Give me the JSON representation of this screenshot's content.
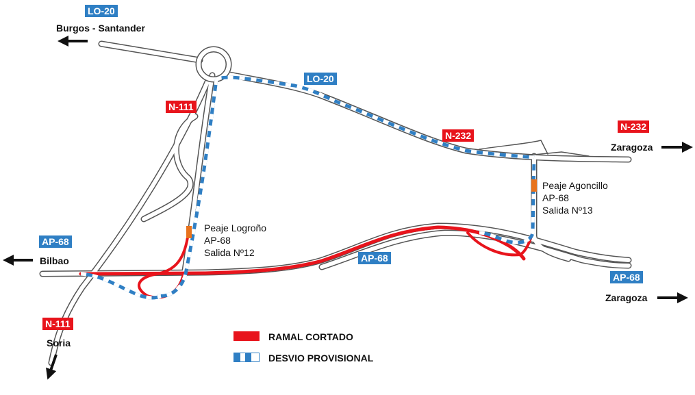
{
  "colors": {
    "road_outline": "#555555",
    "road_fill": "#ffffff",
    "closed_ramp": "#e8141c",
    "detour_blue": "#2f7fc4",
    "toll": "#e8731c",
    "badge_blue": "#2f7fc4",
    "badge_red": "#e8141c"
  },
  "badges": {
    "lo20_top": "LO-20",
    "lo20_mid": "LO-20",
    "n111_top": "N-111",
    "n111_bottom": "N-111",
    "n232_mid": "N-232",
    "n232_right": "N-232",
    "ap68_left": "AP-68",
    "ap68_mid": "AP-68",
    "ap68_right": "AP-68"
  },
  "destinations": {
    "burgos": "Burgos - Santander",
    "zaragoza_top": "Zaragoza",
    "bilbao": "Bilbao",
    "zaragoza_bottom": "Zaragoza",
    "soria": "Soria"
  },
  "tolls": {
    "logrono": [
      "Peaje Logroño",
      "AP-68",
      "Salida Nº12"
    ],
    "agoncillo": [
      "Peaje Agoncillo",
      "AP-68",
      "Salida Nº13"
    ]
  },
  "legend": {
    "closed": "RAMAL CORTADO",
    "detour": "DESVIO PROVISIONAL"
  },
  "icons": {
    "arrow_left": "arrow-left-icon",
    "arrow_right": "arrow-right-icon",
    "arrow_down": "arrow-down-icon"
  }
}
